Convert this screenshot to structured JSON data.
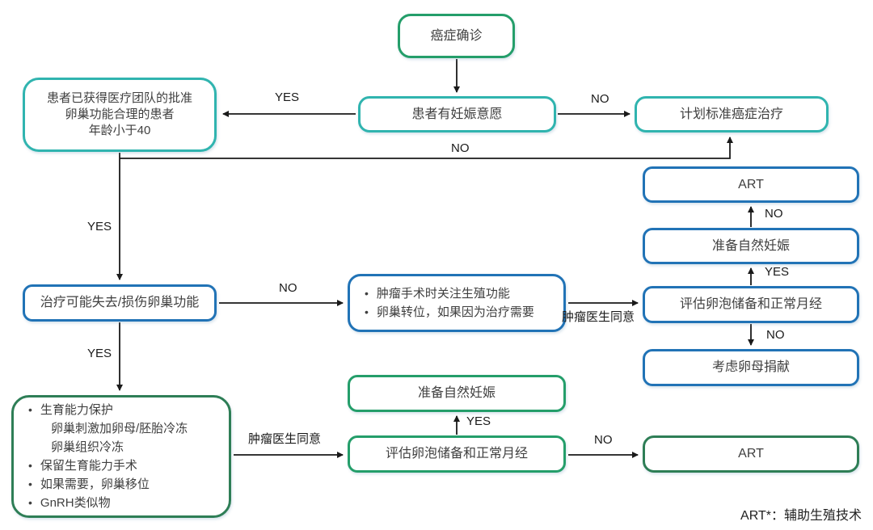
{
  "colors": {
    "teal": "#30b4af",
    "blue": "#2173b6",
    "green": "#249e6a",
    "dark_green": "#2e7e56",
    "line": "#1a1a1a",
    "text": "#3f3f3f"
  },
  "nodes": {
    "cancer_diagnosis": {
      "label": "癌症确诊"
    },
    "approval_criteria": {
      "lines": [
        "患者已获得医疗团队的批准",
        "卵巢功能合理的患者",
        "年龄小于40"
      ]
    },
    "pregnancy_wish": {
      "label": "患者有妊娠意愿"
    },
    "standard_treatment": {
      "label": "计划标准癌症治疗"
    },
    "art_top": {
      "label": "ART"
    },
    "natural_pregnancy_right": {
      "label": "准备自然妊娠"
    },
    "assess_follicle_right": {
      "label": "评估卵泡储备和正常月经"
    },
    "oocyte_donation": {
      "label": "考虑卵母捐献"
    },
    "ovarian_risk": {
      "label": "治疗可能失去/损伤卵巢功能"
    },
    "surgery_options": {
      "bullets": [
        "肿瘤手术时关注生殖功能",
        "卵巢转位，如果因为治疗需要"
      ]
    },
    "fertility_options": {
      "bullet1": "生育能力保护",
      "sub1": "卵巢刺激加卵母/胚胎冷冻",
      "sub2": "卵巢组织冷冻",
      "bullet2": "保留生育能力手术",
      "bullet3": "如果需要，卵巢移位",
      "bullet4": "GnRH类似物"
    },
    "natural_pregnancy_bottom": {
      "label": "准备自然妊娠"
    },
    "assess_follicle_bottom": {
      "label": "评估卵泡储备和正常月经"
    },
    "art_bottom": {
      "label": "ART"
    }
  },
  "edge_labels": {
    "wish_yes": "YES",
    "wish_no": "NO",
    "approval_no": "NO",
    "approval_yes": "YES",
    "risk_yes": "YES",
    "risk_no": "NO",
    "oncologist_agree_top": "肿瘤医生同意",
    "assess_right_yes": "YES",
    "natural_right_no": "NO",
    "assess_right_no": "NO",
    "oncologist_agree_bottom": "肿瘤医生同意",
    "assess_bottom_yes": "YES",
    "assess_bottom_no": "NO"
  },
  "footnote": "ART*：辅助生殖技术"
}
